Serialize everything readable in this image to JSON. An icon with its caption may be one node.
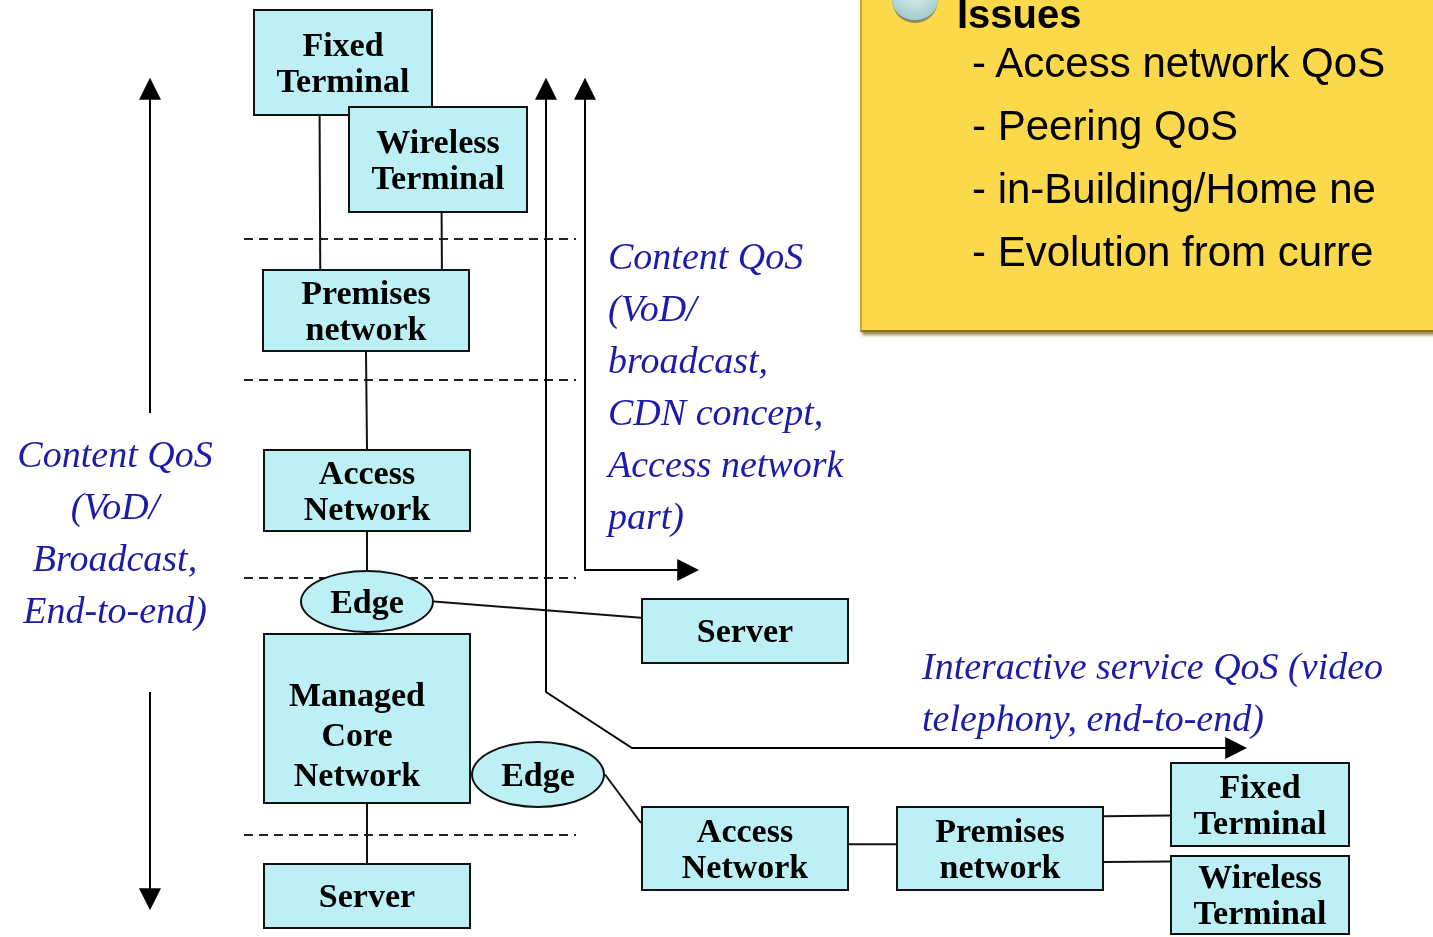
{
  "diagram": {
    "nodes": [
      {
        "text": [
          "Fixed Terminal"
        ]
      },
      {
        "text": [
          "Wireless Terminal"
        ]
      },
      {
        "text": [
          "Premises network"
        ]
      },
      {
        "text": [
          "Access Network"
        ]
      },
      {
        "text": [
          "Edge"
        ]
      },
      {
        "text": [
          "Managed Core Network"
        ]
      },
      {
        "text": [
          "Server"
        ]
      },
      {
        "text": [
          "Edge"
        ]
      },
      {
        "text": [
          "Server"
        ]
      },
      {
        "text": [
          "Access Network"
        ]
      },
      {
        "text": [
          "Premises network"
        ]
      },
      {
        "text": [
          "Fixed Terminal"
        ]
      },
      {
        "text": [
          "Wireless Terminal"
        ]
      },
      {
        "text": [
          "Issues",
          "- Access network QoS",
          "- Peering QoS",
          "- in-Building/Home ne",
          "- Evolution from curre"
        ]
      }
    ],
    "edges": [
      {
        "from": 0,
        "to": 2,
        "arrow": "none"
      },
      {
        "from": 1,
        "to": 2,
        "arrow": "none"
      },
      {
        "from": 2,
        "to": 3,
        "arrow": "none"
      },
      {
        "from": 3,
        "to": 4,
        "arrow": "none"
      },
      {
        "from": 4,
        "to": 6,
        "arrow": "none"
      },
      {
        "from": 5,
        "to": 8,
        "arrow": "none"
      },
      {
        "from": 7,
        "to": 9,
        "arrow": "none"
      },
      {
        "from": 9,
        "to": 10,
        "arrow": "none"
      },
      {
        "from": 10,
        "to": 11,
        "arrow": "none"
      },
      {
        "from": 10,
        "to": 12,
        "arrow": "none"
      }
    ],
    "labels": [
      "Content QoS (VoD/ broadcast, CDN concept, Access network part)",
      "Content QoS (VoD/ Broadcast, End-to-end)",
      "Interactive service QoS (video telephony, end-to-end)"
    ]
  }
}
